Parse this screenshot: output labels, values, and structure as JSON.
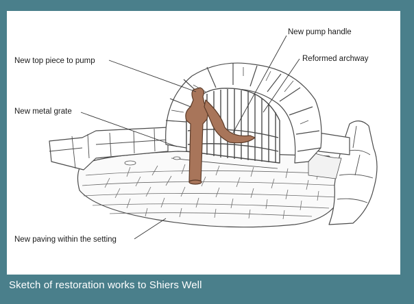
{
  "labels": {
    "pump_handle": "New pump handle",
    "top_piece": "New top piece to pump",
    "archway": "Reformed archway",
    "metal_grate": "New metal grate",
    "paving": "New paving within the setting"
  },
  "caption": "Sketch of restoration works to Shiers Well",
  "colors": {
    "frame": "#4a7f8b",
    "pump": "#a8755a",
    "line": "#4a4a4a"
  }
}
